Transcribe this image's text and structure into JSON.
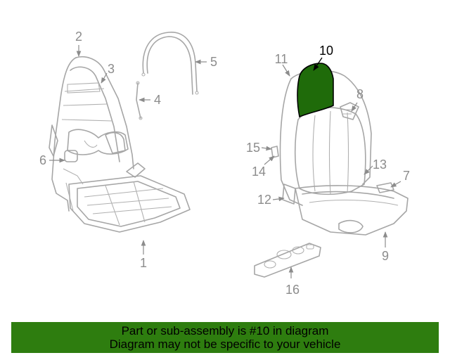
{
  "diagram": {
    "highlight_color": "#1f6b0a",
    "line_color": "#a6a6a6",
    "callouts": [
      "1",
      "2",
      "3",
      "4",
      "5",
      "6",
      "7",
      "8",
      "9",
      "10",
      "11",
      "12",
      "13",
      "14",
      "15",
      "16"
    ],
    "highlighted_callout": "10"
  },
  "banner": {
    "background": "#2e7d0f",
    "line1": "Part or sub-assembly is #10 in diagram",
    "line2": "Diagram may not be specific to your vehicle"
  }
}
